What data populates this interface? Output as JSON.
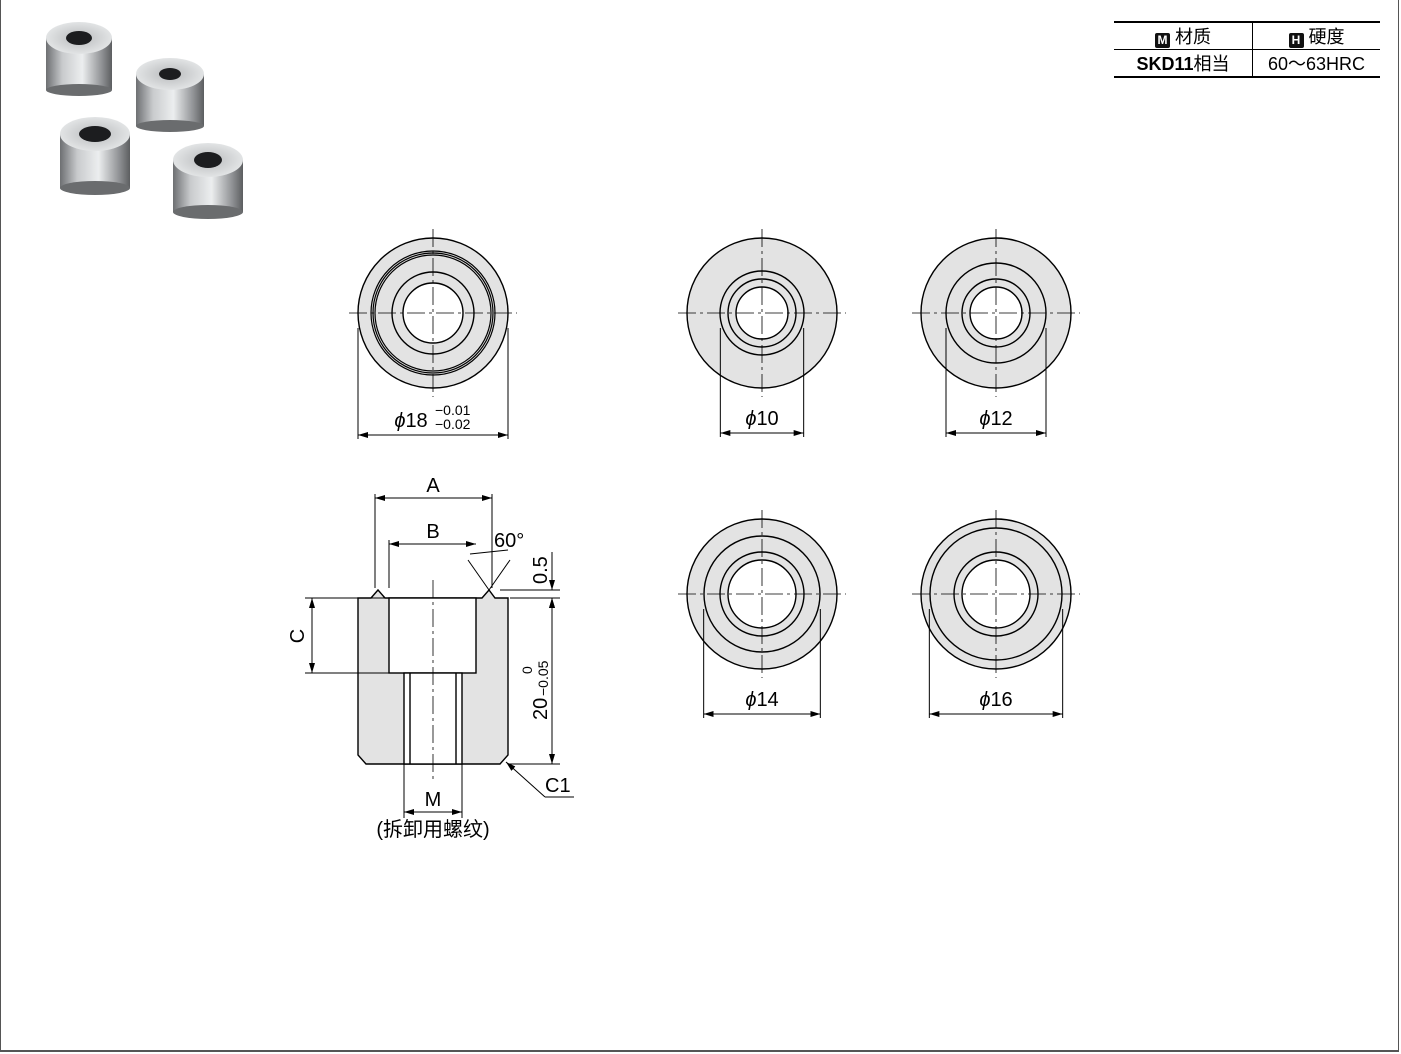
{
  "spec_table": {
    "material_header": "材质",
    "material_badge": "M",
    "hardness_header": "硬度",
    "hardness_badge": "H",
    "material_value": "SKD11",
    "material_suffix": "相当",
    "hardness_value": "60～63HRC"
  },
  "top_views": [
    {
      "diameter_label": "18",
      "tol_upper": "−0.01",
      "tol_lower": "−0.02"
    },
    {
      "diameter_label": "10"
    },
    {
      "diameter_label": "12"
    },
    {
      "diameter_label": "14"
    },
    {
      "diameter_label": "16"
    }
  ],
  "section_view": {
    "label_a": "A",
    "label_b": "B",
    "label_c": "C",
    "label_m": "M",
    "angle": "60°",
    "depth": "0.5",
    "chamfer": "C1",
    "height": "20",
    "height_tol_upper": "0",
    "height_tol_lower": "−0.05",
    "thread_note": "(拆卸用螺纹)"
  },
  "phi_symbol": "ϕ"
}
